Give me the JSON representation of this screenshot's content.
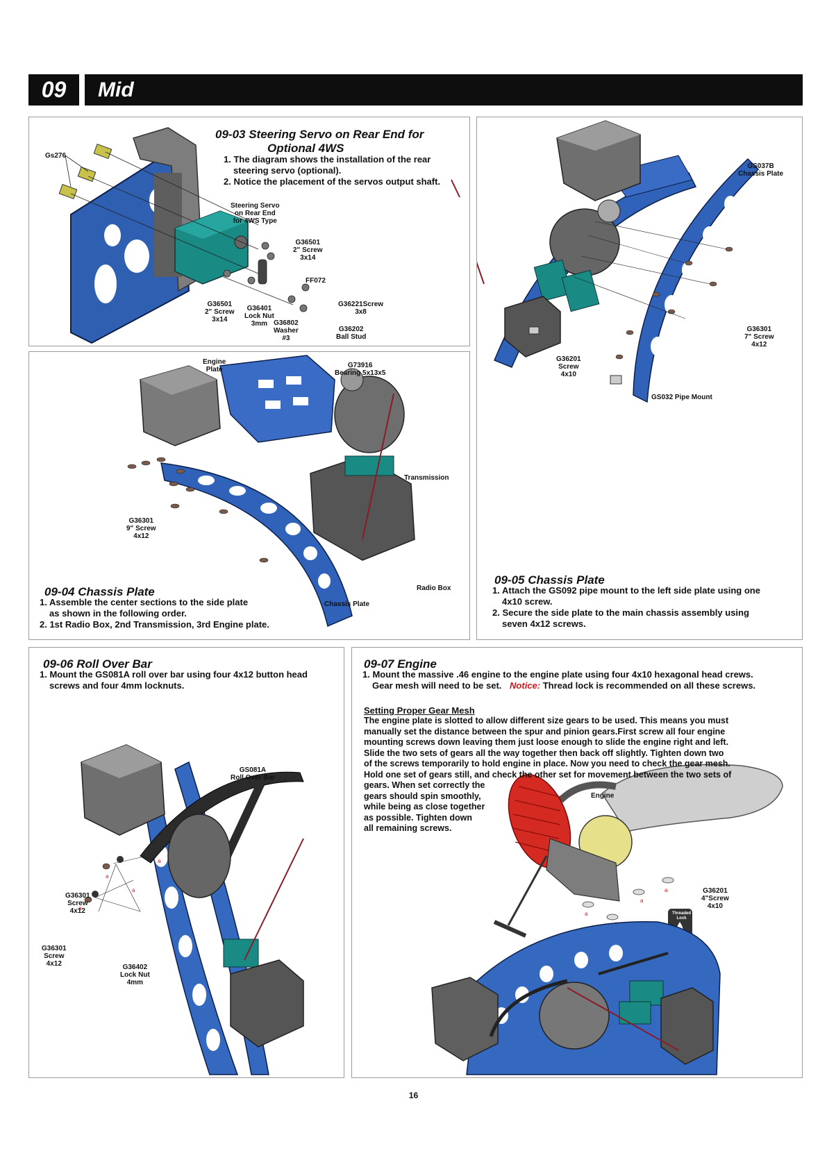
{
  "header": {
    "number": "09",
    "title": "Mid"
  },
  "s0903": {
    "title_line1": "09-03  Steering Servo on Rear End for",
    "title_line2": "Optional 4WS",
    "steps": [
      "1. The diagram shows the installation of the rear",
      "steering servo (optional).",
      "2. Notice the placement of the servos output shaft."
    ],
    "labels": {
      "gs276": "Gs276",
      "servo_l1": "Steering Servo",
      "servo_l2": "on Rear End",
      "servo_l3": "for 4WS Type",
      "g36501a_l1": "G36501",
      "g36501a_l2": "2\" Screw",
      "g36501a_l3": "3x14",
      "ff072": "FF072",
      "g36501b_l1": "G36501",
      "g36501b_l2": "2\" Screw",
      "g36501b_l3": "3x14",
      "g36401_l1": "G36401",
      "g36401_l2": "Lock Nut",
      "g36401_l3": "3mm",
      "g36221_l1": "G36221Screw",
      "g36221_l2": "3x8",
      "g36802_l1": "G36802",
      "g36802_l2": "Washer",
      "g36802_l3": "#3",
      "g36202_l1": "G36202",
      "g36202_l2": "Ball Stud"
    }
  },
  "s0904": {
    "title": "09-04  Chassis Plate",
    "steps": [
      "1. Assemble the center sections to the side plate",
      "as shown in the following order.",
      "2. 1st Radio Box, 2nd Transmission, 3rd Engine plate."
    ],
    "labels": {
      "engine_l1": "Engine",
      "engine_l2": "Plate",
      "g73916_l1": "G73916",
      "g73916_l2": "Bearing 5x13x5",
      "transmission": "Transmission",
      "g36301_l1": "G36301",
      "g36301_l2": "9\" Screw",
      "g36301_l3": "4x12",
      "radio_box": "Radio Box",
      "chassis_plate": "Chassis Plate"
    }
  },
  "s0905": {
    "title": "09-05  Chassis Plate",
    "steps": [
      "1. Attach the GS092 pipe mount to the left side plate using one",
      "4x10 screw.",
      "2. Secure the side plate to the main chassis assembly using",
      "seven 4x12 screws."
    ],
    "labels": {
      "gs037b_l1": "GS037B",
      "gs037b_l2": "Chassis Plate",
      "g36301_l1": "G36301",
      "g36301_l2": "7\" Screw",
      "g36301_l3": "4x12",
      "g36201_l1": "G36201",
      "g36201_l2": "Screw",
      "g36201_l3": "4x10",
      "gs032": "GS032 Pipe Mount"
    }
  },
  "s0906": {
    "title": "09-06  Roll Over Bar",
    "steps": [
      "1. Mount the GS081A roll over bar using four 4x12 button head",
      "screws and four 4mm locknuts."
    ],
    "labels": {
      "gs081a_l1": "GS081A",
      "gs081a_l2": "Roll Over Bar",
      "g36301a_l1": "G36301",
      "g36301a_l2": "Screw",
      "g36301a_l3": "4x12",
      "g36301b_l1": "G36301",
      "g36301b_l2": "Screw",
      "g36301b_l3": "4x12",
      "g36402_l1": "G36402",
      "g36402_l2": "Lock Nut",
      "g36402_l3": "4mm"
    }
  },
  "s0907": {
    "title": "09-07  Engine",
    "steps": [
      "1. Mount the massive .46 engine to the engine plate using four 4x10 hexagonal head crews.",
      "Gear mesh will need to be set."
    ],
    "notice_label": "Notice:",
    "notice_text": " Thread lock is recommended on all these screws.",
    "gear_title": "Setting Proper Gear Mesh",
    "gear_lines": [
      "The engine plate is slotted to allow different size gears to be used.  This means you must",
      "manually set the distance between the spur and pinion gears.First screw all four engine",
      "mounting screws down leaving them just loose enough to slide the engine right and left.",
      "Slide the two sets of gears all the way together then back off slightly.  Tighten down two",
      "of the screws temporarily to hold engine in place.  Now you need to check the gear mesh.",
      "Hold one set of gears still, and check the other set for movement between the two sets of",
      "gears.  When set correctly the",
      "gears should spin smoothly,",
      "while being as close together",
      "as possible.  Tighten down",
      "all remaining screws."
    ],
    "labels": {
      "engine": "Engine",
      "g36201_l1": "G36201",
      "g36201_l2": "4\"Screw",
      "g36201_l3": "4x10",
      "threadlock_l1": "Threaded",
      "threadlock_l2": "Lock"
    }
  },
  "page_number": "16"
}
